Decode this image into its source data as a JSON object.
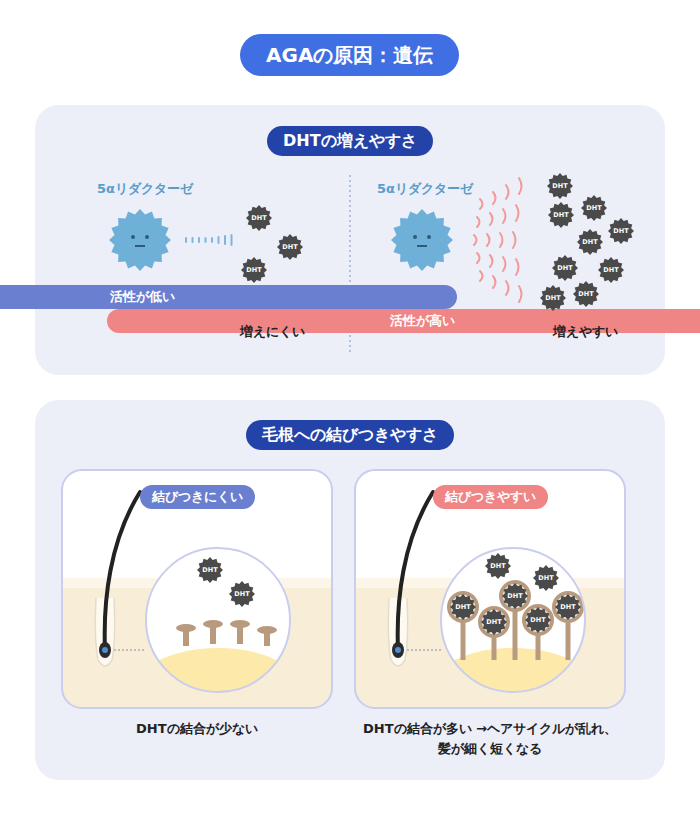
{
  "diagram": {
    "title": "AGAの原因：遺伝",
    "nodes": [
      {
        "text": [
          "DHTの増えやすさ"
        ]
      },
      {
        "text": [
          "活性が低い"
        ],
        "in": 0
      },
      {
        "text": [
          "DHT"
        ],
        "in": 0
      },
      {
        "text": [
          "DHT"
        ],
        "in": 0
      },
      {
        "text": [
          "DHT"
        ],
        "in": 0
      },
      {
        "text": [
          "活性が高い"
        ],
        "in": 0
      },
      {
        "text": [
          "DHT"
        ],
        "in": 0
      },
      {
        "text": [
          "DHT"
        ],
        "in": 0
      },
      {
        "text": [
          "DHT"
        ],
        "in": 0
      },
      {
        "text": [
          "DHT"
        ],
        "in": 0
      },
      {
        "text": [
          "DHT"
        ],
        "in": 0
      },
      {
        "text": [
          "DHT"
        ],
        "in": 0
      },
      {
        "text": [
          "DHT"
        ],
        "in": 0
      },
      {
        "text": [
          "DHT"
        ],
        "in": 0
      },
      {
        "text": [
          "DHT"
        ],
        "in": 0
      },
      {
        "text": [
          "毛根への結びつきやすさ"
        ]
      },
      {
        "text": [
          "結びつきにくい"
        ],
        "in": 15
      },
      {
        "text": [
          "DHT"
        ],
        "in": 16
      },
      {
        "text": [
          "DHT"
        ],
        "in": 16
      },
      {
        "text": [
          "結びつきやすい"
        ],
        "in": 15
      },
      {
        "text": [
          "DHT"
        ],
        "in": 19
      },
      {
        "text": [
          "DHT"
        ],
        "in": 19
      },
      {
        "text": [
          "DHT"
        ],
        "in": 19
      },
      {
        "text": [
          "DHT"
        ],
        "in": 19
      },
      {
        "text": [
          "DHT"
        ],
        "in": 19
      },
      {
        "text": [
          "DHT"
        ],
        "in": 19
      },
      {
        "text": [
          "DHT"
        ],
        "in": 19
      }
    ],
    "labels": [
      "5αリダクターゼ",
      "増えにくい",
      "5αリダクターゼ",
      "増えやすい",
      "DHTの結合が少ない",
      "DHTの結合が多い →ヘアサイクルが乱れ、髪が細く短くなる"
    ]
  }
}
